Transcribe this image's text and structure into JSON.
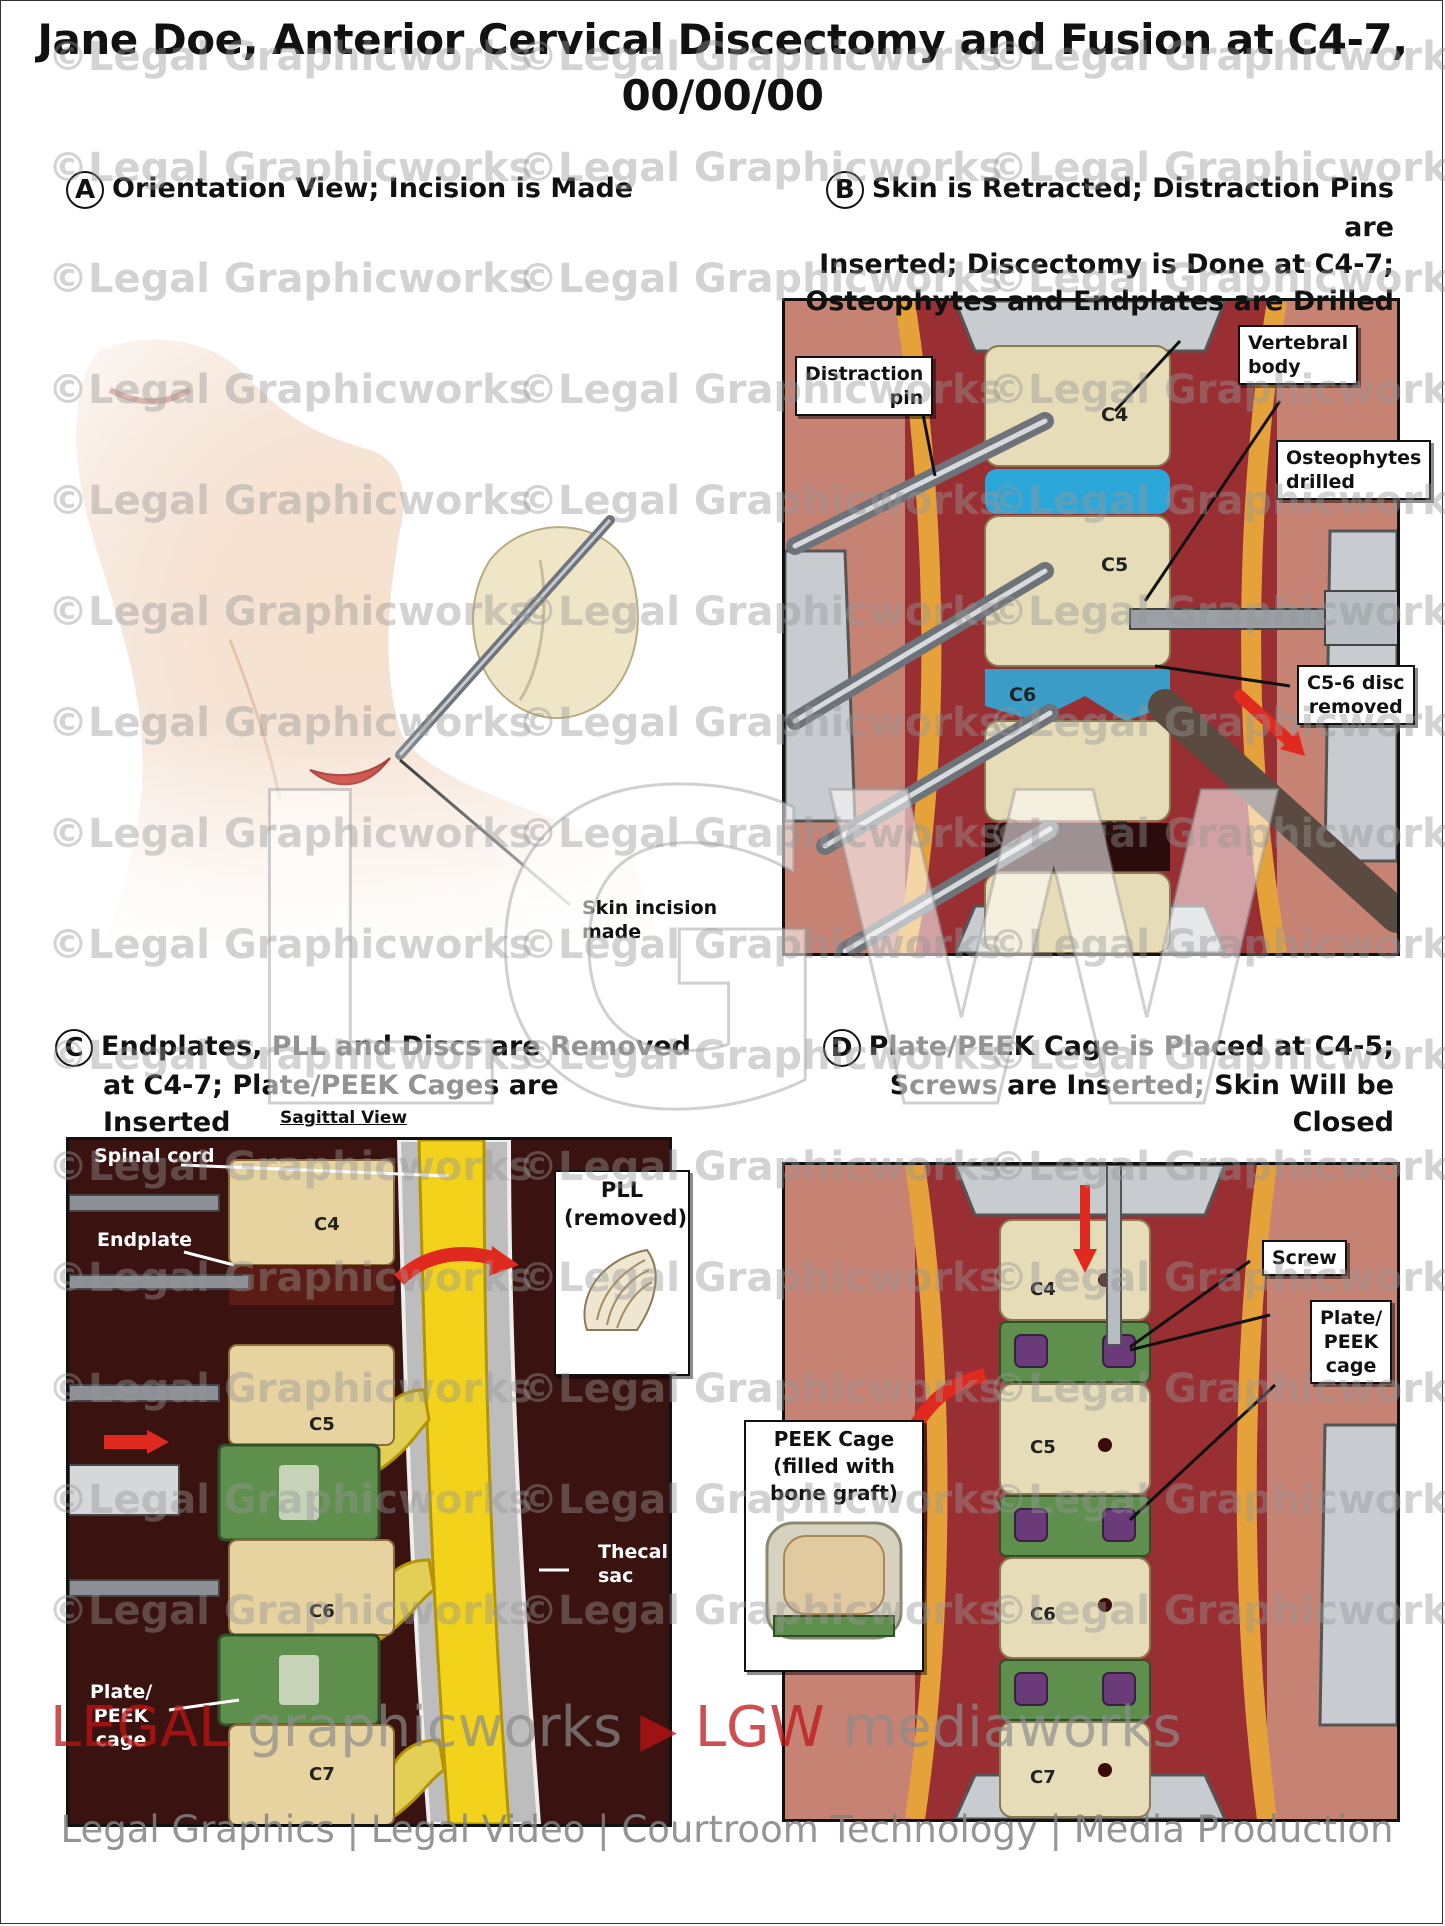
{
  "title": {
    "line1": "Jane Doe, Anterior Cervical Discectomy and Fusion at C4-7,",
    "line2": "00/00/00"
  },
  "panels": {
    "a": {
      "letter": "A",
      "heading": "Orientation View; Incision is Made",
      "labels": {
        "incision_line1": "Skin incision",
        "incision_line2": "made"
      }
    },
    "b": {
      "letter": "B",
      "heading_lines": [
        "Skin is Retracted; Distraction Pins are",
        "Inserted; Discectomy is Done at C4-7;",
        "Osteophytes and Endplates are Drilled"
      ],
      "labels": {
        "distraction_pin": [
          "Distraction",
          "pin"
        ],
        "vertebral_body": [
          "Vertebral",
          "body"
        ],
        "osteophytes": [
          "Osteophytes",
          "drilled"
        ],
        "disc_removed": [
          "C5-6 disc",
          "removed"
        ],
        "levels": [
          "C4",
          "C5",
          "C6",
          "C7"
        ]
      }
    },
    "c": {
      "letter": "C",
      "heading_lines": [
        "Endplates, PLL and Discs are Removed",
        "at C4-7; Plate/PEEK Cages are Inserted"
      ],
      "subheading": "Sagittal View",
      "labels": {
        "spinal_cord": "Spinal cord",
        "endplate": "Endplate",
        "pll": [
          "PLL",
          "(removed)"
        ],
        "thecal_sac": [
          "Thecal",
          "sac"
        ],
        "plate_peek": [
          "Plate/",
          "PEEK",
          "cage"
        ],
        "levels": [
          "C4",
          "C5",
          "C6",
          "C7"
        ]
      }
    },
    "d": {
      "letter": "D",
      "heading_lines": [
        "Plate/PEEK Cage is Placed at C4-5;",
        "Screws are Inserted; Skin Will be Closed"
      ],
      "labels": {
        "screw": "Screw",
        "plate_peek": [
          "Plate/",
          "PEEK",
          "cage"
        ],
        "peek_inset": [
          "PEEK Cage",
          "(filled with",
          "bone graft)"
        ],
        "levels": [
          "C4",
          "C5",
          "C6",
          "C7"
        ]
      }
    }
  },
  "watermark": {
    "text": "©Legal Graphicworks",
    "big_mark": "LGW",
    "brand_legal": "LEGAL",
    "brand_graphicworks": "graphicworks",
    "brand_lgw": "LGW",
    "brand_mediaworks": "mediaworks",
    "tagline": "Legal Graphics | Legal Video | Courtroom Technology | Media Production"
  },
  "colors": {
    "tissue_red": "#b3261e",
    "bone": "#e6dcb8",
    "cage_green": "#5e8f4d",
    "cord_yellow": "#f2d21a",
    "pin_steel": "#8c9096"
  }
}
